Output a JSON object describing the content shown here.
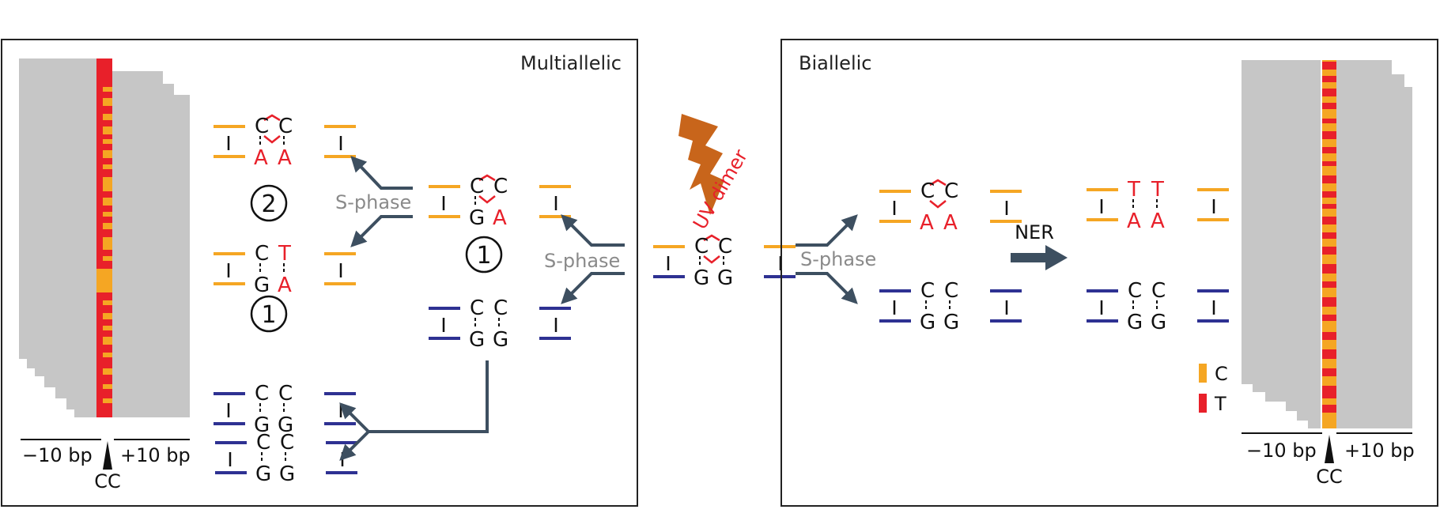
{
  "panels": {
    "left": {
      "title": "Multiallelic"
    },
    "right": {
      "title": "Biallelic"
    }
  },
  "labels": {
    "uv_dimer": "UV dimer",
    "s_phase": "S-phase",
    "ner": "NER",
    "minus_10bp": "−10 bp",
    "plus_10bp": "+10 bp",
    "cc": "CC",
    "circle_1": "1",
    "circle_2": "2"
  },
  "bases": {
    "C": "C",
    "G": "G",
    "A": "A",
    "T": "T"
  },
  "legend": [
    {
      "label": "C",
      "color": "#f5a623"
    },
    {
      "label": "T",
      "color": "#e8202a"
    }
  ],
  "colors": {
    "orange_strand": "#f5a623",
    "blue_strand": "#2e3192",
    "red_base": "#e8202a",
    "arrow": "#3d4f60",
    "bolt": "#c8651b",
    "grey_reads": "#c6c6c6",
    "grey_text": "#8a8a8a"
  }
}
